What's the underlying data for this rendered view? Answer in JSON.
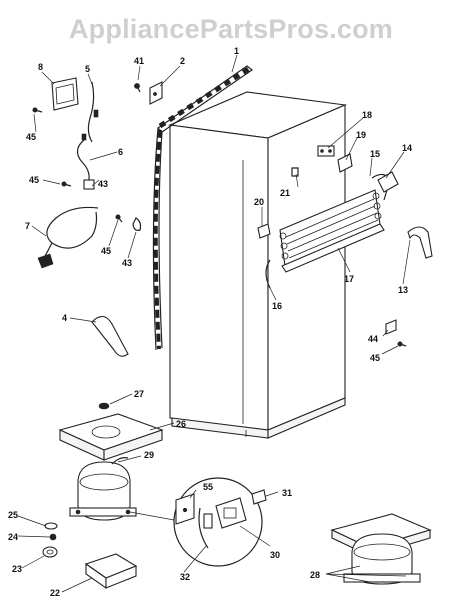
{
  "watermark": "AppliancePartsPros.com",
  "callouts": {
    "p1": "1",
    "p2": "2",
    "p4": "4",
    "p5": "5",
    "p6": "6",
    "p7": "7",
    "p8": "8",
    "p13": "13",
    "p14": "14",
    "p15": "15",
    "p16": "16",
    "p17": "17",
    "p18": "18",
    "p19": "19",
    "p20": "20",
    "p21": "21",
    "p22": "22",
    "p23": "23",
    "p24": "24",
    "p25": "25",
    "p26": "26",
    "p27": "27",
    "p28": "28",
    "p29": "29",
    "p30": "30",
    "p31": "31",
    "p32": "32",
    "p41": "41",
    "p43a": "43",
    "p43b": "43",
    "p44": "44",
    "p45a": "45",
    "p45b": "45",
    "p45c": "45",
    "p45d": "45",
    "p55": "55"
  }
}
